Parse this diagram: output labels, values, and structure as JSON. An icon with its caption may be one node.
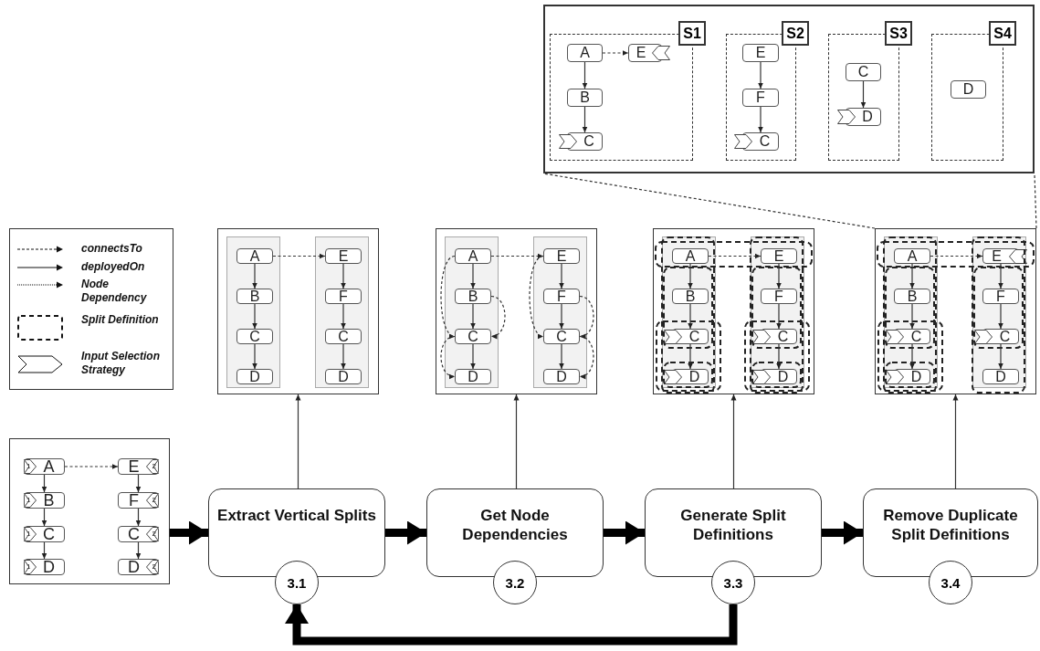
{
  "diagram": {
    "nodes": [
      {
        "text": [],
        "shape": "box"
      },
      {
        "text": [
          "S1"
        ],
        "in": 0
      },
      {
        "text": [
          "A"
        ],
        "in": 1
      },
      {
        "text": [
          "E"
        ],
        "in": 1
      },
      {
        "text": [
          "B"
        ],
        "in": 1
      },
      {
        "text": [
          "C"
        ],
        "in": 1
      },
      {
        "text": [
          "S2"
        ],
        "in": 0
      },
      {
        "text": [
          "E"
        ],
        "in": 6
      },
      {
        "text": [
          "F"
        ],
        "in": 6
      },
      {
        "text": [
          "C"
        ],
        "in": 6
      },
      {
        "text": [
          "S3"
        ],
        "in": 0
      },
      {
        "text": [
          "C"
        ],
        "in": 10
      },
      {
        "text": [
          "D"
        ],
        "in": 10
      },
      {
        "text": [
          "S4"
        ],
        "in": 0
      },
      {
        "text": [
          "D"
        ],
        "in": 13
      },
      {
        "text": [],
        "shape": "box"
      },
      {
        "text": [],
        "shape": "box",
        "in": 15
      },
      {
        "text": [
          "A"
        ],
        "in": 16
      },
      {
        "text": [
          "B"
        ],
        "in": 16
      },
      {
        "text": [
          "C"
        ],
        "in": 16
      },
      {
        "text": [
          "D"
        ],
        "in": 16
      },
      {
        "text": [],
        "shape": "box",
        "in": 15
      },
      {
        "text": [
          "E"
        ],
        "in": 21
      },
      {
        "text": [
          "F"
        ],
        "in": 21
      },
      {
        "text": [
          "C"
        ],
        "in": 21
      },
      {
        "text": [
          "D"
        ],
        "in": 21
      },
      {
        "text": [],
        "shape": "box"
      },
      {
        "text": [],
        "shape": "box",
        "in": 26
      },
      {
        "text": [
          "A"
        ],
        "in": 27
      },
      {
        "text": [
          "B"
        ],
        "in": 27
      },
      {
        "text": [
          "C"
        ],
        "in": 27
      },
      {
        "text": [
          "D"
        ],
        "in": 27
      },
      {
        "text": [],
        "shape": "box",
        "in": 26
      },
      {
        "text": [
          "E"
        ],
        "in": 32
      },
      {
        "text": [
          "F"
        ],
        "in": 32
      },
      {
        "text": [
          "C"
        ],
        "in": 32
      },
      {
        "text": [
          "D"
        ],
        "in": 32
      },
      {
        "text": [],
        "shape": "box"
      },
      {
        "text": [],
        "shape": "box",
        "in": 37
      },
      {
        "text": [
          "A"
        ],
        "in": 38
      },
      {
        "text": [
          "B"
        ],
        "in": 38
      },
      {
        "text": [
          "C"
        ],
        "in": 38
      },
      {
        "text": [
          "D"
        ],
        "in": 38
      },
      {
        "text": [],
        "shape": "box",
        "in": 37
      },
      {
        "text": [
          "E"
        ],
        "in": 43
      },
      {
        "text": [
          "F"
        ],
        "in": 43
      },
      {
        "text": [
          "C"
        ],
        "in": 43
      },
      {
        "text": [
          "D"
        ],
        "in": 43
      },
      {
        "text": [],
        "shape": "box"
      },
      {
        "text": [],
        "shape": "box",
        "in": 48
      },
      {
        "text": [
          "A"
        ],
        "in": 49
      },
      {
        "text": [
          "B"
        ],
        "in": 49
      },
      {
        "text": [
          "C"
        ],
        "in": 49
      },
      {
        "text": [
          "D"
        ],
        "in": 49
      },
      {
        "text": [],
        "shape": "box",
        "in": 48
      },
      {
        "text": [
          "E"
        ],
        "in": 54
      },
      {
        "text": [
          "F"
        ],
        "in": 54
      },
      {
        "text": [
          "C"
        ],
        "in": 54
      },
      {
        "text": [
          "D"
        ],
        "in": 54
      },
      {
        "text": [],
        "shape": "box"
      },
      {
        "text": [
          "1",
          "A"
        ],
        "in": 59
      },
      {
        "text": [
          "E",
          "2"
        ],
        "in": 59
      },
      {
        "text": [
          "1",
          "B"
        ],
        "in": 59
      },
      {
        "text": [
          "F",
          "2"
        ],
        "in": 59
      },
      {
        "text": [
          "1",
          "C"
        ],
        "in": 59
      },
      {
        "text": [
          "C",
          "2"
        ],
        "in": 59
      },
      {
        "text": [
          "1",
          "D"
        ],
        "in": 59
      },
      {
        "text": [
          "D",
          "2"
        ],
        "in": 59
      },
      {
        "text": [
          "Extract Vertical Splits"
        ]
      },
      {
        "text": [
          "3.1"
        ]
      },
      {
        "text": [
          "Get Node Dependencies"
        ]
      },
      {
        "text": [
          "3.2"
        ]
      },
      {
        "text": [
          "Generate Split Definitions"
        ]
      },
      {
        "text": [
          "3.3"
        ]
      },
      {
        "text": [
          "Remove Duplicate Split Definitions"
        ]
      },
      {
        "text": [
          "3.4"
        ]
      }
    ],
    "edges": [
      {
        "from": 2,
        "to": 3,
        "arrow": "to",
        "style": "dashed"
      },
      {
        "from": 2,
        "to": 4,
        "arrow": "to"
      },
      {
        "from": 4,
        "to": 5,
        "arrow": "to"
      },
      {
        "from": 7,
        "to": 8,
        "arrow": "to"
      },
      {
        "from": 8,
        "to": 9,
        "arrow": "to"
      },
      {
        "from": 11,
        "to": 12,
        "arrow": "to"
      },
      {
        "from": 17,
        "to": 22,
        "arrow": "to",
        "style": "dashed"
      },
      {
        "from": 17,
        "to": 18,
        "arrow": "to"
      },
      {
        "from": 18,
        "to": 19,
        "arrow": "to"
      },
      {
        "from": 19,
        "to": 20,
        "arrow": "to"
      },
      {
        "from": 22,
        "to": 23,
        "arrow": "to"
      },
      {
        "from": 23,
        "to": 24,
        "arrow": "to"
      },
      {
        "from": 24,
        "to": 25,
        "arrow": "to"
      },
      {
        "from": 28,
        "to": 33,
        "arrow": "to",
        "style": "dashed"
      },
      {
        "from": 28,
        "to": 29,
        "arrow": "to"
      },
      {
        "from": 29,
        "to": 30,
        "arrow": "to"
      },
      {
        "from": 30,
        "to": 31,
        "arrow": "to"
      },
      {
        "from": 33,
        "to": 34,
        "arrow": "to"
      },
      {
        "from": 34,
        "to": 35,
        "arrow": "to"
      },
      {
        "from": 35,
        "to": 36,
        "arrow": "to"
      },
      {
        "from": 39,
        "to": 44,
        "arrow": "to",
        "style": "dashed"
      },
      {
        "from": 39,
        "to": 40,
        "arrow": "to"
      },
      {
        "from": 40,
        "to": 41,
        "arrow": "to"
      },
      {
        "from": 41,
        "to": 42,
        "arrow": "to"
      },
      {
        "from": 44,
        "to": 45,
        "arrow": "to"
      },
      {
        "from": 45,
        "to": 46,
        "arrow": "to"
      },
      {
        "from": 46,
        "to": 47,
        "arrow": "to"
      },
      {
        "from": 50,
        "to": 55,
        "arrow": "to",
        "style": "dashed"
      },
      {
        "from": 50,
        "to": 51,
        "arrow": "to"
      },
      {
        "from": 51,
        "to": 52,
        "arrow": "to"
      },
      {
        "from": 52,
        "to": 53,
        "arrow": "to"
      },
      {
        "from": 55,
        "to": 56,
        "arrow": "to"
      },
      {
        "from": 56,
        "to": 57,
        "arrow": "to"
      },
      {
        "from": 57,
        "to": 58,
        "arrow": "to"
      },
      {
        "from": 28,
        "to": 30,
        "arrow": "to",
        "style": "dashed"
      },
      {
        "from": 29,
        "to": 30,
        "arrow": "to",
        "style": "dashed"
      },
      {
        "from": 30,
        "to": 31,
        "arrow": "to",
        "style": "dashed"
      },
      {
        "from": 33,
        "to": 35,
        "arrow": "to",
        "style": "dashed"
      },
      {
        "from": 34,
        "to": 35,
        "arrow": "to",
        "style": "dashed"
      },
      {
        "from": 35,
        "to": 36,
        "arrow": "to",
        "style": "dashed"
      },
      {
        "from": 60,
        "to": 61,
        "arrow": "to",
        "style": "dashed"
      },
      {
        "from": 60,
        "to": 62,
        "arrow": "to"
      },
      {
        "from": 62,
        "to": 64,
        "arrow": "to"
      },
      {
        "from": 64,
        "to": 66,
        "arrow": "to"
      },
      {
        "from": 61,
        "to": 63,
        "arrow": "to"
      },
      {
        "from": 63,
        "to": 65,
        "arrow": "to"
      },
      {
        "from": 65,
        "to": 67,
        "arrow": "to"
      },
      {
        "from": 59,
        "to": 68,
        "arrow": "to",
        "style": "thick"
      },
      {
        "from": 68,
        "to": 70,
        "arrow": "to",
        "style": "thick"
      },
      {
        "from": 70,
        "to": 72,
        "arrow": "to",
        "style": "thick"
      },
      {
        "from": 72,
        "to": 74,
        "arrow": "to",
        "style": "thick"
      },
      {
        "from": 73,
        "to": 69,
        "arrow": "to",
        "style": "thick"
      },
      {
        "from": 68,
        "to": 15,
        "arrow": "to"
      },
      {
        "from": 70,
        "to": 26,
        "arrow": "to"
      },
      {
        "from": 72,
        "to": 37,
        "arrow": "to"
      },
      {
        "from": 74,
        "to": 48,
        "arrow": "to"
      },
      {
        "from": 48,
        "to": 0,
        "arrow": "none",
        "style": "dashed"
      },
      {
        "from": 48,
        "to": 0,
        "arrow": "none",
        "style": "dashed"
      }
    ],
    "legend": [
      {
        "text": "connectsTo"
      },
      {
        "text": "deployedOn"
      },
      {
        "text": "Node Dependency"
      },
      {
        "text": "Split Definition"
      },
      {
        "text": "Input Selection Strategy"
      }
    ]
  }
}
